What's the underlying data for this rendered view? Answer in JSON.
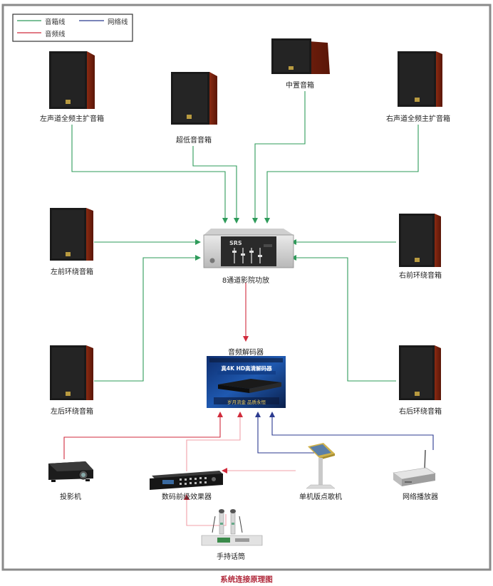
{
  "legend": {
    "speaker_line": "音箱线",
    "network_line": "网络线",
    "audio_line": "音频线"
  },
  "colors": {
    "speaker_line": "#2e9b5a",
    "network_line": "#2b3a8f",
    "audio_line": "#d02b3c",
    "frame": "#888888"
  },
  "labels": {
    "left_main": "左声道全频主扩音箱",
    "subwoofer": "超低音音箱",
    "center": "中置音箱",
    "right_main": "右声道全频主扩音箱",
    "left_front_surround": "左前环绕音箱",
    "right_front_surround": "右前环绕音箱",
    "amplifier": "8通道影院功放",
    "decoder": "音频解码器",
    "left_rear_surround": "左后环绕音箱",
    "right_rear_surround": "右后环绕音箱",
    "projector": "投影机",
    "effects": "数码前级效果器",
    "karaoke": "单机版点歌机",
    "network_player": "网络播放器",
    "microphone": "手持话筒"
  },
  "decoder_screen": {
    "title": "真4K HD高清解码器",
    "slogan": "岁月流金 品质永恒"
  },
  "caption": "系统连接原理图"
}
